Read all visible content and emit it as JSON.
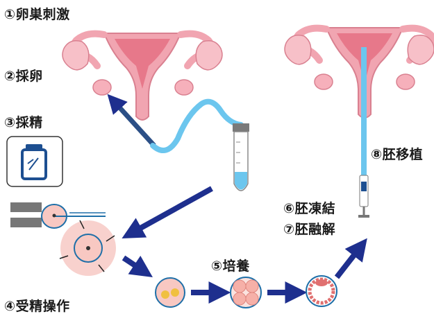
{
  "steps": [
    {
      "label": "①卵巣刺激"
    },
    {
      "label": "②採卵"
    },
    {
      "label": "③採精"
    },
    {
      "label": "④受精操作"
    },
    {
      "label": "⑤培養"
    },
    {
      "label": "⑥胚凍結"
    },
    {
      "label": "⑦胚融解"
    },
    {
      "label": "⑧胚移植"
    }
  ],
  "colors": {
    "uterus": "#f1a5b1",
    "uterus_outline": "#d98090",
    "tube": "#6cc6ee",
    "arrow": "#1e2f8e",
    "egg": "#f8c8c2"
  }
}
